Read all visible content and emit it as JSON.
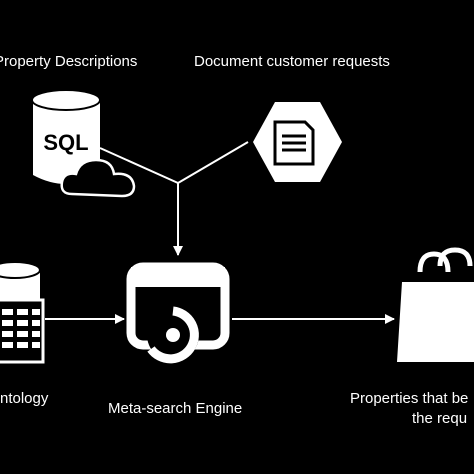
{
  "labels": {
    "property_descriptions": "Property Descriptions",
    "document_requests": "Document customer requests",
    "ontology": "ntology",
    "engine": "Meta-search Engine",
    "result_line1": "Properties that be",
    "result_line2": "the requ"
  },
  "icons": {
    "sql_db_text": "SQL",
    "sql_db": "database-cloud-icon",
    "document": "document-hexagon-icon",
    "ontology_db": "database-table-icon",
    "engine": "search-engine-icon",
    "result": "shopping-bag-icon"
  },
  "colors": {
    "background": "#000000",
    "foreground": "#ffffff"
  }
}
